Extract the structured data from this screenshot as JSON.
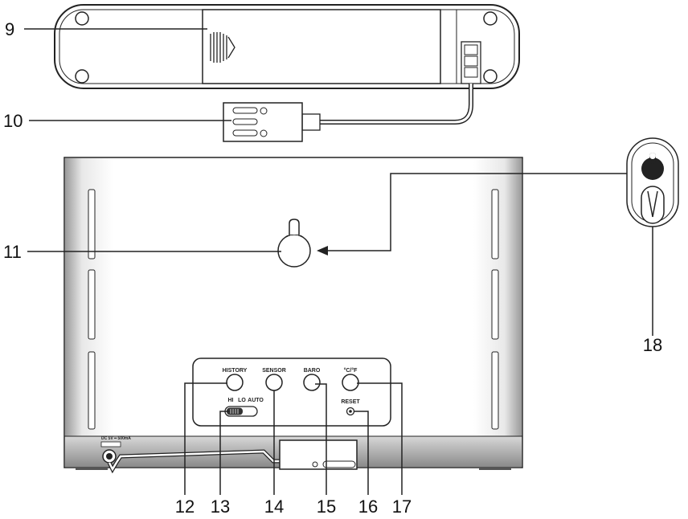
{
  "callouts": {
    "c9": "9",
    "c10": "10",
    "c11": "11",
    "c12": "12",
    "c13": "13",
    "c14": "14",
    "c15": "15",
    "c16": "16",
    "c17": "17",
    "c18": "18"
  },
  "buttons": {
    "history": "HISTORY",
    "sensor": "SENSOR",
    "baro": "BARO",
    "unit": "°C/°F",
    "reset": "RESET"
  },
  "switch": {
    "hi": "HI",
    "lo": "LO",
    "auto": "AUTO"
  },
  "power": {
    "rating": "DC 5V ━ 500mA"
  }
}
